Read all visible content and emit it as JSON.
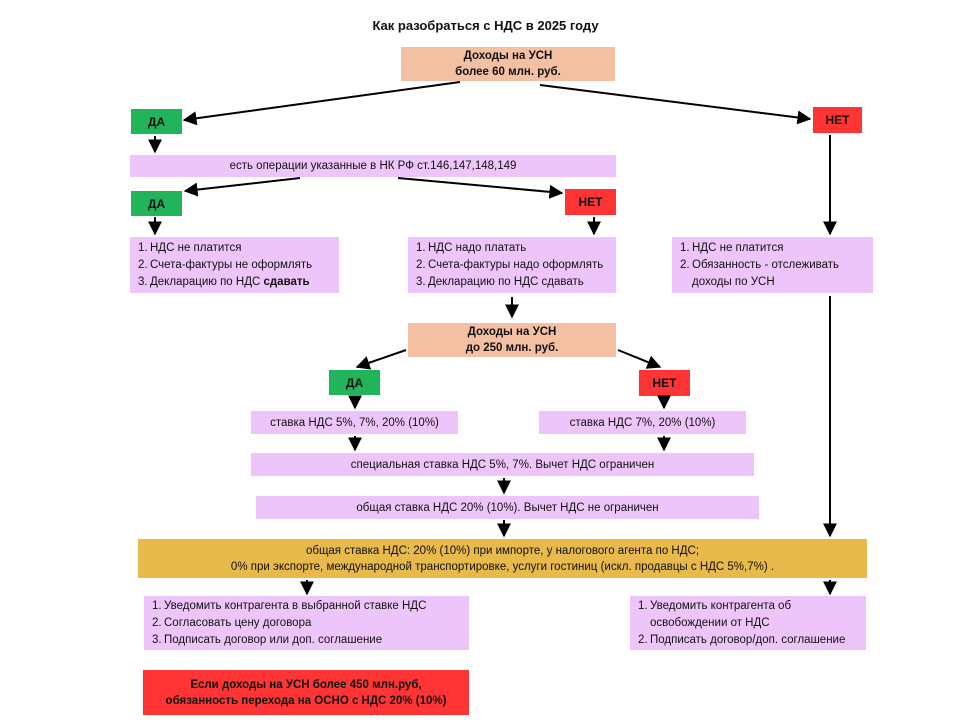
{
  "title": "Как разобраться с НДС в 2025 году",
  "top": {
    "line1": "Доходы на УСН",
    "line2": "более 60 млн. руб."
  },
  "yes": "ДА",
  "no": "НЕТ",
  "operations": "есть операции указанные в НК РФ ст.146,147,148,149",
  "list_left": {
    "item1": "НДС не платится",
    "item2": "Счета-фактуры не оформлять",
    "item3_pre": "Декларацию по НДС ",
    "item3_bold": "сдавать"
  },
  "list_mid": {
    "item1": "НДС надо платать",
    "item2": "Счета-фактуры надо оформлять",
    "item3": "Декларацию по НДС сдавать"
  },
  "list_right": {
    "item1": "НДС не платится",
    "item2_line1": "Обязанность - отслеживать",
    "item2_line2": "доходы по УСН"
  },
  "mid_box": {
    "line1": "Доходы на УСН",
    "line2": "до 250 млн. руб."
  },
  "rate_yes": "ставка НДС 5%, 7%, 20% (10%)",
  "rate_no": "ставка НДС 7%, 20% (10%)",
  "special_rate": "специальная ставка НДС 5%, 7%. Вычет НДС ограничен",
  "general_rate": "общая ставка НДС 20% (10%). Вычет НДС не ограничен",
  "bottom_box": {
    "line1": "общая ставка НДС: 20% (10%) при импорте, у налогового агента по НДС;",
    "line2": "0% при экспорте, международной транспортировке, услуги гостиниц (искл. продавцы с НДС 5%,7%) ."
  },
  "list_bottom_left": {
    "item1": "Уведомить контрагента в выбранной ставке НДС",
    "item2": "Согласовать цену договора",
    "item3": "Подписать договор или доп. соглашение"
  },
  "list_bottom_right": {
    "item1_line1": "Уведомить контрагента об",
    "item1_line2": "освобождении от НДС",
    "item2": "Подписать договор/доп. соглашение"
  },
  "warning": {
    "line1": "Если доходы на УСН более 450 млн.руб,",
    "line2": "обязанность перехода на ОСНО с НДС 20% (10%)"
  },
  "colors": {
    "peach": "#f4c0a3",
    "pink": "#eec5fb",
    "green": "#21b45a",
    "red": "#ff3535",
    "gold": "#e8b94b"
  }
}
